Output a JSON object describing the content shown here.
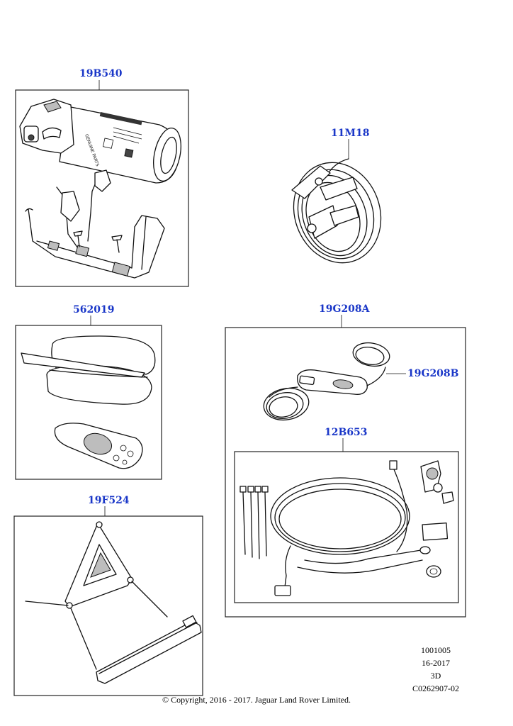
{
  "callouts": {
    "fire_extinguisher": "19B540",
    "jump_leads": "11M18",
    "first_aid_pouch": "562019",
    "charger_kit": "19G208A",
    "charger_cable": "19G208B",
    "wiring_kit": "12B653",
    "warning_triangle": "19F524"
  },
  "extinguisher_label_text": "GENUINE PARTS",
  "meta": {
    "line1": "1001005",
    "line2": "16-2017",
    "line3": "3D",
    "line4": "C0262907-02"
  },
  "copyright": "© Copyright, 2016 - 2017. Jaguar Land Rover Limited."
}
